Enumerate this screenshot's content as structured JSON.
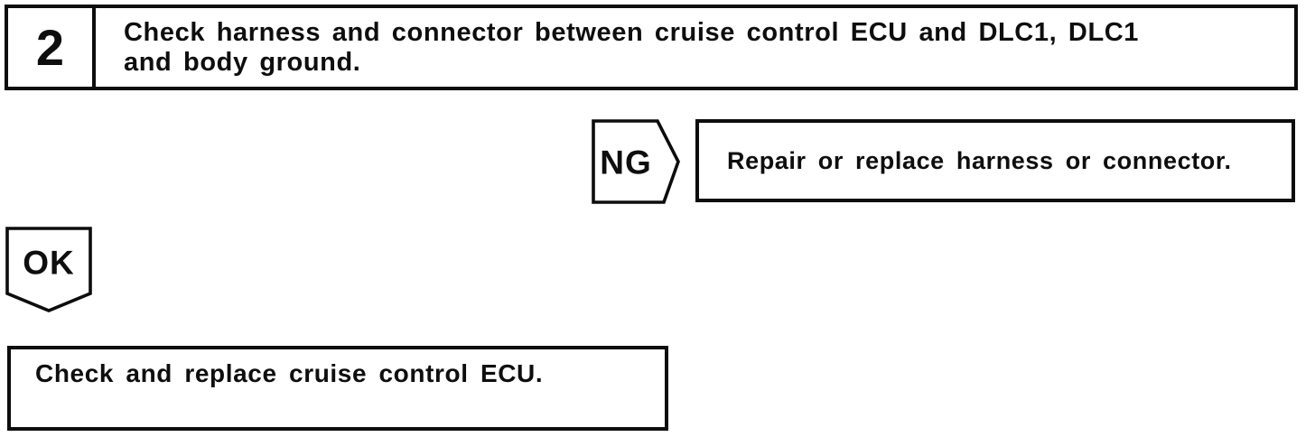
{
  "flowchart": {
    "step": {
      "number": "2",
      "instruction_line1": "Check harness and connector between cruise control ECU and DLC1, DLC1",
      "instruction_line2": "and body ground."
    },
    "ng_branch": {
      "label": "NG",
      "action": "Repair or replace harness or connector."
    },
    "ok_branch": {
      "label": "OK",
      "action": "Check and replace cruise control ECU."
    }
  },
  "colors": {
    "ink": "#0d0d0d",
    "paper": "#ffffff"
  }
}
